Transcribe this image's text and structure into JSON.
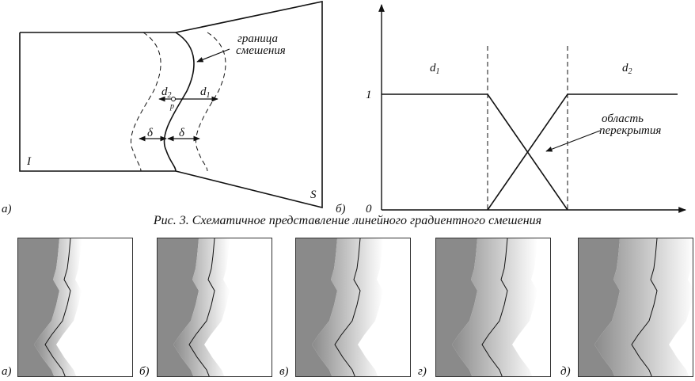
{
  "diagram_a": {
    "label_I": "I",
    "label_S": "S",
    "boundary_label_1": "граница",
    "boundary_label_2": "смешения",
    "d2": "d",
    "d2_sub": "2",
    "d1": "d",
    "d1_sub": "1",
    "p": "p",
    "delta": "δ",
    "panel_label": "а)"
  },
  "chart_b": {
    "y_tick_1": "1",
    "y_tick_0": "0",
    "region_left": "d",
    "region_left_sub": "1",
    "region_right": "d",
    "region_right_sub": "2",
    "overlap_label_1": "область",
    "overlap_label_2": "перекрытия",
    "panel_label": "б)"
  },
  "figure3_caption": "Рис. 3. Схематичное представление линейного градиентного смешения",
  "tiles": [
    {
      "label": "а)",
      "blend_width": 0.22
    },
    {
      "label": "б)",
      "blend_width": 0.35
    },
    {
      "label": "в)",
      "blend_width": 0.55
    },
    {
      "label": "г)",
      "blend_width": 0.75
    },
    {
      "label": "д)",
      "blend_width": 0.95
    }
  ],
  "colors": {
    "dark_region": "#8a8a8a",
    "light_region": "#ffffff",
    "line": "#111111"
  }
}
